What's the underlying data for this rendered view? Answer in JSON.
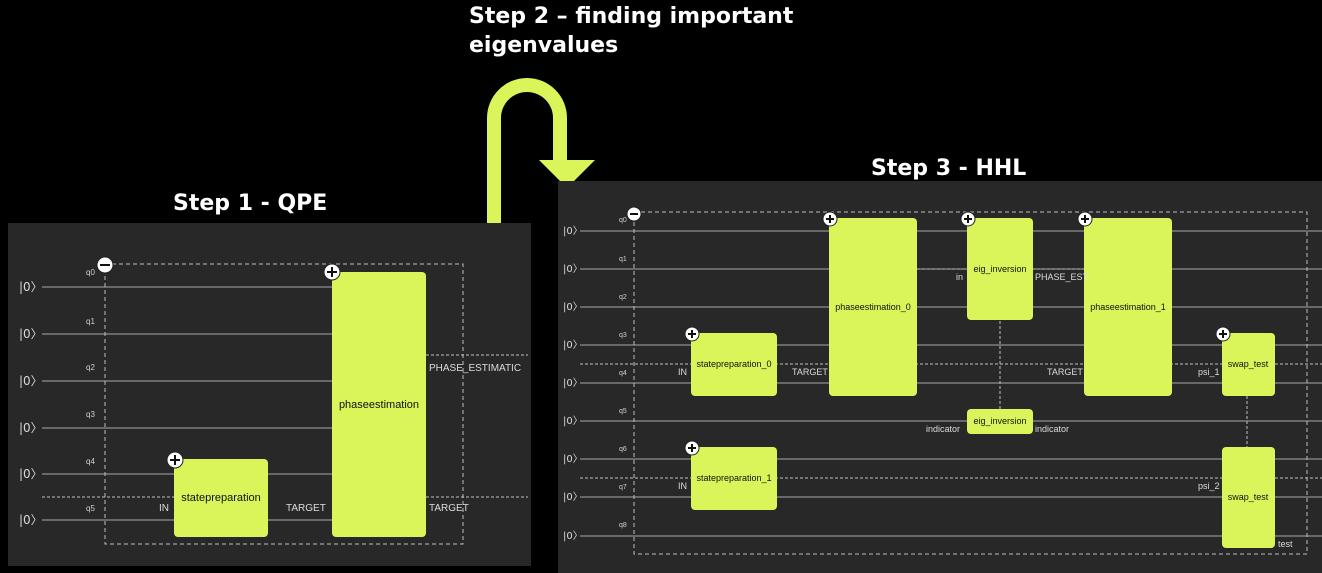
{
  "headings": {
    "step1": "Step 1  - QPE",
    "step2_line1": "Step 2 – finding important",
    "step2_line2": "eigenvalues",
    "step3": "Step 3 - HHL"
  },
  "colors": {
    "accent": "#d9f55a",
    "panel": "#282828",
    "background": "#000000"
  },
  "icons": {
    "collapse": "minus-circle-icon",
    "expand": "plus-circle-icon",
    "arrow": "u-turn-arrow-icon"
  },
  "qpe": {
    "ket": "|0〉",
    "qubits": [
      "q0",
      "q1",
      "q2",
      "q3",
      "q4",
      "q5"
    ],
    "blocks": {
      "statepreparation": "statepreparation",
      "phaseestimation": "phaseestimation"
    },
    "ports": {
      "in": "IN",
      "target": "TARGET",
      "phase_estimation": "PHASE_ESTIMATIC",
      "target_out": "TARGET"
    }
  },
  "hhl": {
    "ket": "|0〉",
    "qubits": [
      "q0",
      "q1",
      "q2",
      "q3",
      "q4",
      "q5",
      "q6",
      "q7",
      "q8"
    ],
    "blocks": {
      "statepreparation_0": "statepreparation_0",
      "statepreparation_1": "statepreparation_1",
      "phaseestimation_0": "phaseestimation_0",
      "eig_inversion_top": "eig_inversion",
      "eig_inversion_bottom": "eig_inversion",
      "phaseestimation_1": "phaseestimation_1",
      "swap_test_top": "swap_test",
      "swap_test_bottom": "swap_test"
    },
    "ports": {
      "in_0": "IN",
      "in_1": "IN",
      "target_0": "TARGET",
      "target_1": "TARGET",
      "in_eig": "in",
      "phase_est": "PHASE_EST",
      "indicator_in": "indicator",
      "indicator_out": "indicator",
      "psi_1": "psi_1",
      "psi_2": "psi_2",
      "test": "test"
    }
  }
}
